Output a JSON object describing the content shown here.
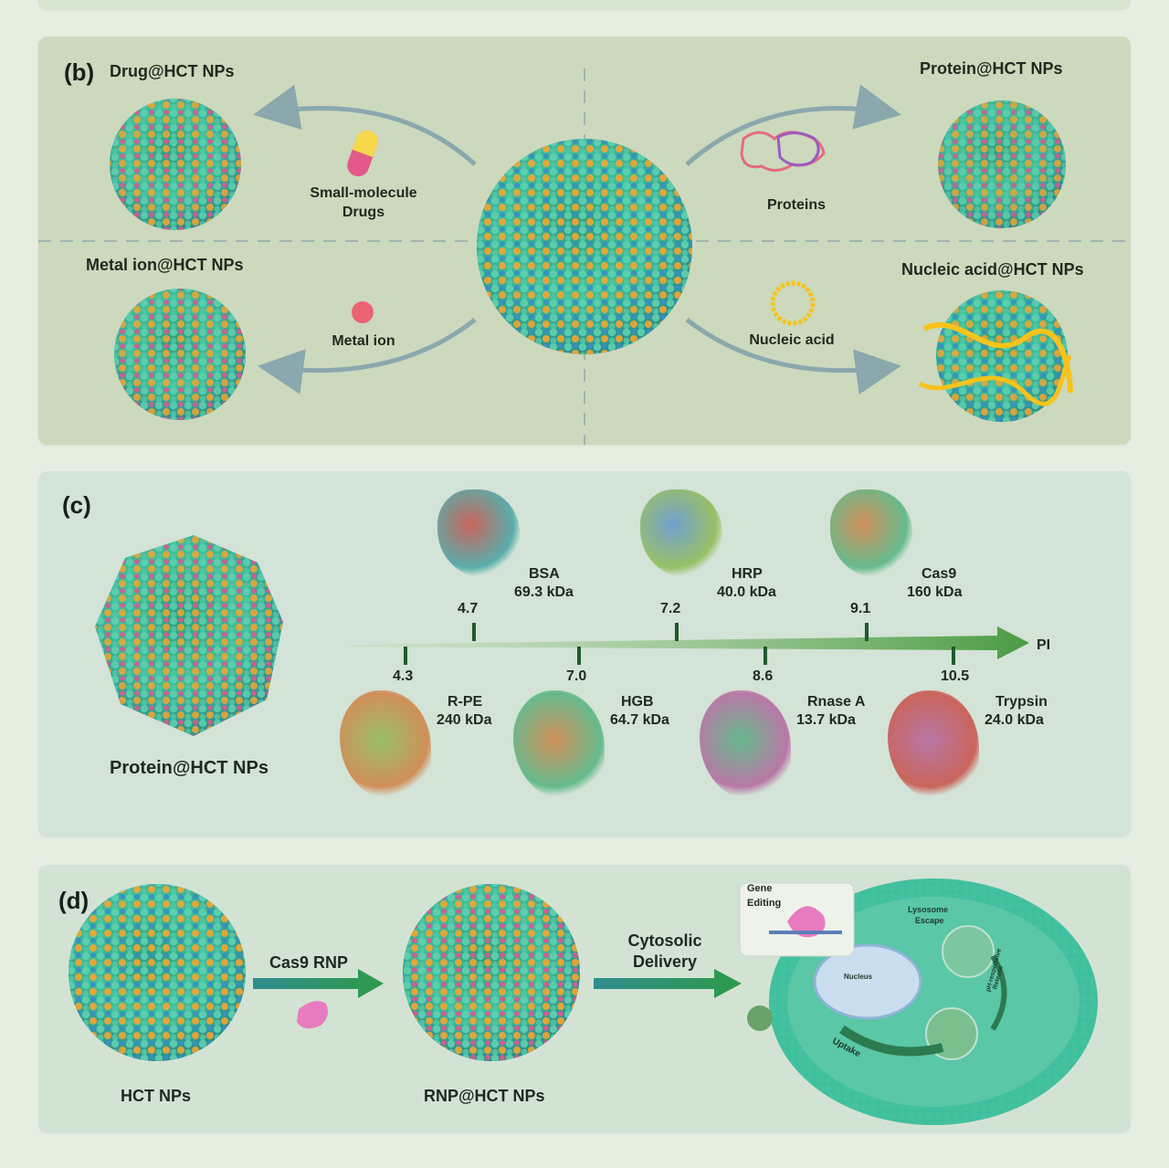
{
  "panel_b": {
    "label": "(b)",
    "drug_np": "Drug@HCT NPs",
    "protein_np": "Protein@HCT NPs",
    "metal_np": "Metal ion@HCT NPs",
    "nucleic_np": "Nucleic acid@HCT NPs",
    "small_molecule_1": "Small-molecule",
    "small_molecule_2": "Drugs",
    "proteins": "Proteins",
    "metal_ion": "Metal ion",
    "nucleic_acid": "Nucleic acid"
  },
  "panel_c": {
    "label": "(c)",
    "np_label": "Protein@HCT NPs",
    "axis_label": "PI",
    "above": [
      {
        "pi": "4.7",
        "name": "BSA",
        "mw": "69.3 kDa"
      },
      {
        "pi": "7.2",
        "name": "HRP",
        "mw": "40.0 kDa"
      },
      {
        "pi": "9.1",
        "name": "Cas9",
        "mw": "160 kDa"
      }
    ],
    "below": [
      {
        "pi": "4.3",
        "name": "R-PE",
        "mw": "240 kDa"
      },
      {
        "pi": "7.0",
        "name": "HGB",
        "mw": "64.7 kDa"
      },
      {
        "pi": "8.6",
        "name": "Rnase A",
        "mw": "13.7 kDa"
      },
      {
        "pi": "10.5",
        "name": "Trypsin",
        "mw": "24.0 kDa"
      }
    ]
  },
  "panel_d": {
    "label": "(d)",
    "hct": "HCT NPs",
    "rnp": "RNP@HCT NPs",
    "cas9": "Cas9 RNP",
    "cyto_1": "Cytosolic",
    "cyto_2": "Delivery",
    "gene_1": "Gene",
    "gene_2": "Editing",
    "lyso_1": "Lysosome",
    "lyso_2": "Escape",
    "nucleus": "Nucleus",
    "uptake": "Uptake",
    "ph_1": "pH-responsive",
    "ph_2": "Release"
  },
  "colors": {
    "teal": "#3cbf9c",
    "orange": "#f2a531",
    "blue": "#3a8fbf",
    "arrow_green": "#4b9a44",
    "arrow_grey": "#8aa8ad"
  }
}
